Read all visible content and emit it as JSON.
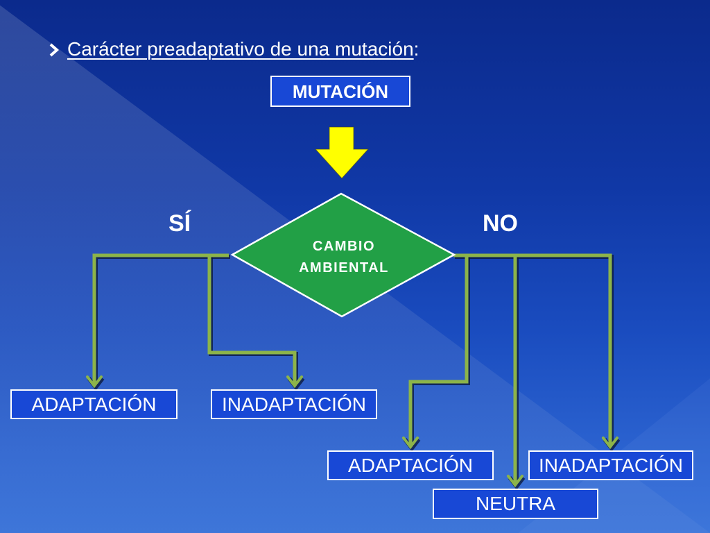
{
  "slide": {
    "bullet_icon": "chevron-right-icon",
    "heading": "Carácter preadaptativo de una mutación",
    "heading_suffix": ":"
  },
  "diagram": {
    "start_node": "MUTACIÓN",
    "decision": {
      "line1": "CAMBIO",
      "line2": "AMBIENTAL"
    },
    "yes_branch": {
      "label": "SÍ",
      "outcomes": [
        "ADAPTACIÓN",
        "INADAPTACIÓN"
      ]
    },
    "no_branch": {
      "label": "NO",
      "outcomes": [
        "ADAPTACIÓN",
        "INADAPTACIÓN",
        "NEUTRA"
      ]
    }
  },
  "colors": {
    "box_fill": "#1848d6",
    "box_border": "#ffffff",
    "decision_fill": "#22a046",
    "connector": "#8cb44a",
    "arrow": "#ffff00",
    "text": "#ffffff"
  }
}
